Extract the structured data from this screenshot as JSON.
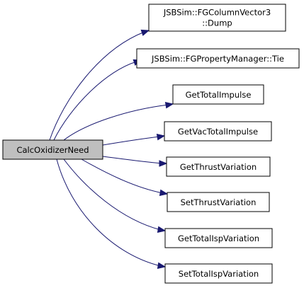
{
  "graph": {
    "root": {
      "label": "CalcOxidizerNeed"
    },
    "callees": [
      {
        "lines": [
          "JSBSim::FGColumnVector3",
          "::Dump"
        ]
      },
      {
        "lines": [
          "JSBSim::FGPropertyManager::Tie"
        ]
      },
      {
        "lines": [
          "GetTotalImpulse"
        ]
      },
      {
        "lines": [
          "GetVacTotalImpulse"
        ]
      },
      {
        "lines": [
          "GetThrustVariation"
        ]
      },
      {
        "lines": [
          "SetThrustVariation"
        ]
      },
      {
        "lines": [
          "GetTotalIspVariation"
        ]
      },
      {
        "lines": [
          "SetTotalIspVariation"
        ]
      }
    ],
    "colors": {
      "edge": "#191970",
      "root_fill": "#bfbfbf",
      "node_fill": "#ffffff",
      "border": "#000000"
    }
  }
}
